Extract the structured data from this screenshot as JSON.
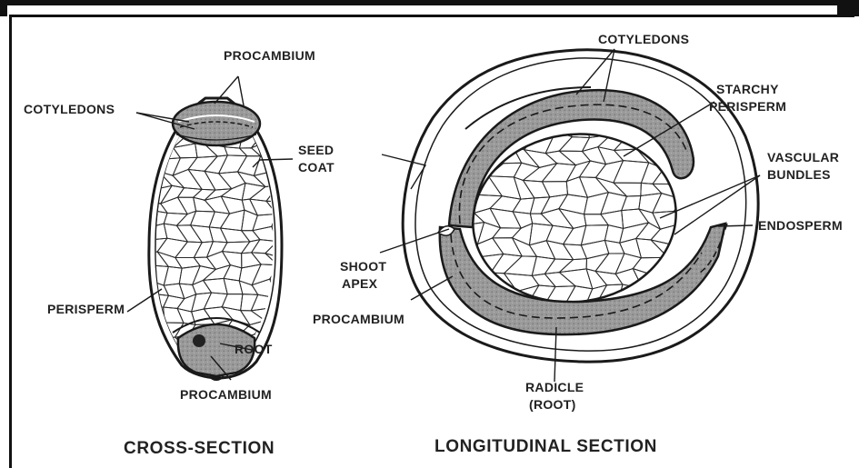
{
  "cross_section": {
    "caption": "CROSS-SECTION",
    "labels": {
      "procambium_top": "PROCAMBIUM",
      "cotyledons": "COTYLEDONS",
      "seed_coat_line1": "SEED",
      "seed_coat_line2": "COAT",
      "perisperm": "PERISPERM",
      "root": "ROOT",
      "procambium_bottom": "PROCAMBIUM"
    }
  },
  "longitudinal_section": {
    "caption": "LONGITUDINAL SECTION",
    "labels": {
      "cotyledons": "COTYLEDONS",
      "starchy_line1": "STARCHY",
      "starchy_line2": "PERISPERM",
      "vascular_line1": "VASCULAR",
      "vascular_line2": "BUNDLES",
      "endosperm": "ENDOSPERM",
      "shoot_line1": "SHOOT",
      "shoot_line2": "APEX",
      "procambium": "PROCAMBIUM",
      "radicle_line1": "RADICLE",
      "radicle_line2": "(ROOT)"
    }
  }
}
